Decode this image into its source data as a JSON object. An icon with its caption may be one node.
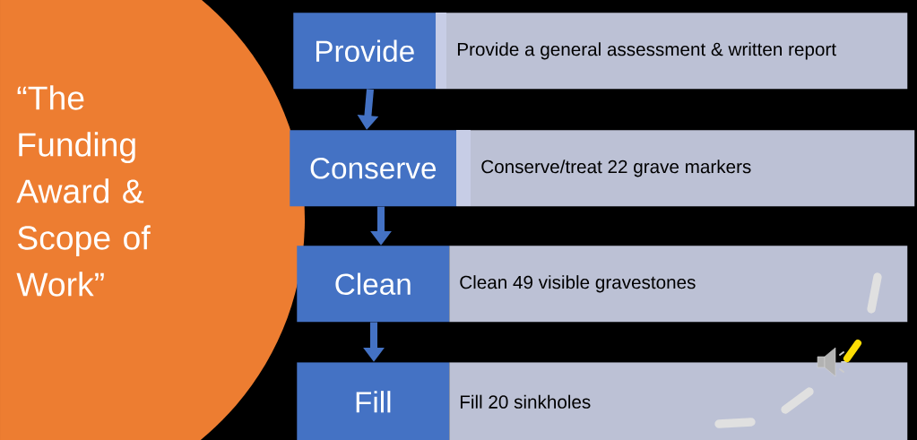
{
  "diagram": {
    "nodes": [
      {
        "text": [
          "“The Funding Award & Scope of Work”"
        ]
      },
      {
        "text": [
          "Provide"
        ]
      },
      {
        "text": [
          "Provide a general assessment & written report"
        ]
      },
      {
        "text": [
          "Conserve"
        ]
      },
      {
        "text": [
          "Conserve/treat 22 grave markers"
        ]
      },
      {
        "text": [
          "Clean"
        ]
      },
      {
        "text": [
          "Clean 49 visible gravestones"
        ]
      },
      {
        "text": [
          "Fill"
        ]
      },
      {
        "text": [
          "Fill 20 sinkholes"
        ]
      }
    ],
    "edges": [
      {
        "from": 1,
        "to": 3,
        "arrow": "to"
      },
      {
        "from": 3,
        "to": 5,
        "arrow": "to"
      },
      {
        "from": 5,
        "to": 7,
        "arrow": "to"
      }
    ]
  }
}
